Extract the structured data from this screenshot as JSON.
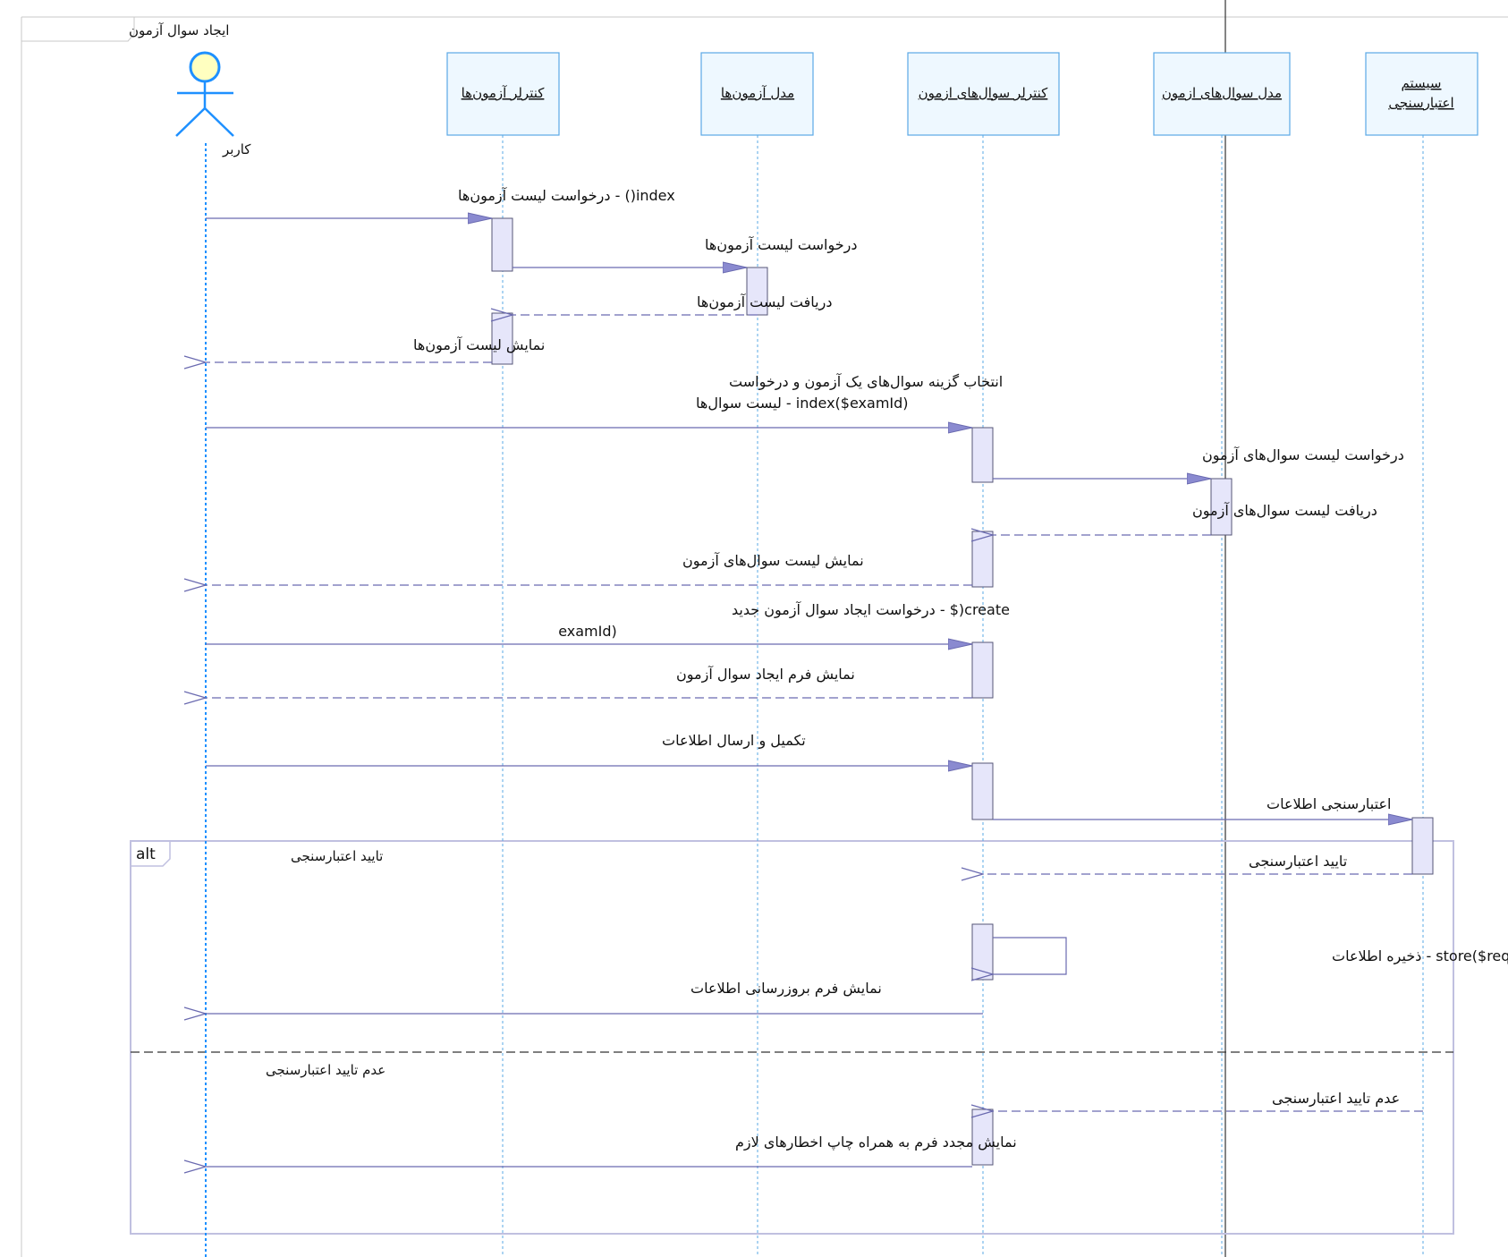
{
  "frame": {
    "title": "ایجاد سوال آزمون"
  },
  "actor": {
    "name": "کاربر"
  },
  "lifelines": [
    {
      "id": "ctrl_exams",
      "label": [
        "کنترلر آزمون‌ها"
      ]
    },
    {
      "id": "model_exams",
      "label": [
        "مدل آزمون‌ها"
      ]
    },
    {
      "id": "ctrl_questions",
      "label": [
        "کنترلر سوال‌های ازمون"
      ]
    },
    {
      "id": "model_questions",
      "label": [
        "مدل سوال‌های ازمون"
      ]
    },
    {
      "id": "validation",
      "label": [
        "سیستم",
        "اعتبارسنجی"
      ]
    }
  ],
  "messages": [
    {
      "from": "user",
      "to": "ctrl_exams",
      "kind": "call",
      "label": [
        "index() - درخواست لیست آزمون‌ها"
      ]
    },
    {
      "from": "ctrl_exams",
      "to": "model_exams",
      "kind": "call",
      "label": [
        "درخواست لیست آزمون‌ها"
      ]
    },
    {
      "from": "model_exams",
      "to": "ctrl_exams",
      "kind": "return",
      "label": [
        "دریافت لیست آزمون‌ها"
      ]
    },
    {
      "from": "ctrl_exams",
      "to": "user",
      "kind": "return",
      "label": [
        "نمایش لیست آزمون‌ها"
      ]
    },
    {
      "from": "user",
      "to": "ctrl_questions",
      "kind": "call",
      "label": [
        "انتخاب گزینه سوال‌های یک آزمون و درخواست",
        "index($examId) - لیست سوال‌ها"
      ]
    },
    {
      "from": "ctrl_questions",
      "to": "model_questions",
      "kind": "call",
      "label": [
        "درخواست لیست سوال‌های آزمون"
      ]
    },
    {
      "from": "model_questions",
      "to": "ctrl_questions",
      "kind": "return",
      "label": [
        "دریافت لیست سوال‌های آزمون"
      ]
    },
    {
      "from": "ctrl_questions",
      "to": "user",
      "kind": "return",
      "label": [
        "نمایش لیست سوال‌های آزمون"
      ]
    },
    {
      "from": "user",
      "to": "ctrl_questions",
      "kind": "call",
      "label": [
        "create($ - درخواست ایجاد سوال آزمون جدید",
        "examId)"
      ]
    },
    {
      "from": "ctrl_questions",
      "to": "user",
      "kind": "return",
      "label": [
        "نمایش فرم ایجاد سوال آزمون"
      ]
    },
    {
      "from": "user",
      "to": "ctrl_questions",
      "kind": "call",
      "label": [
        "تکمیل و ارسال اطلاعات"
      ]
    },
    {
      "from": "ctrl_questions",
      "to": "validation",
      "kind": "call",
      "label": [
        "اعتبارسنجی اطلاعات"
      ]
    },
    {
      "from": "validation",
      "to": "ctrl_questions",
      "kind": "return",
      "label": [
        "تایید اعتبارسنجی"
      ]
    },
    {
      "from": "ctrl_questions",
      "to": "ctrl_questions",
      "kind": "self",
      "label": [
        "store($request, $examId) - ذخیره اطلاعات"
      ]
    },
    {
      "from": "ctrl_questions",
      "to": "user",
      "kind": "plain",
      "label": [
        "نمایش فرم بروزرسانی اطلاعات"
      ]
    },
    {
      "from": "validation",
      "to": "ctrl_questions",
      "kind": "return",
      "label": [
        "عدم تایید اعتبارسنجی"
      ]
    },
    {
      "from": "ctrl_questions",
      "to": "user",
      "kind": "plain",
      "label": [
        "نمایش مجدد فرم به همراه چاپ اخطارهای لازم"
      ]
    }
  ],
  "alt_fragment": {
    "operator": "alt",
    "guards": [
      "تایید اعتبارسنجی",
      "عدم تایید اعتبارسنجی"
    ]
  },
  "colors": {
    "actor": "#1e90ff",
    "actor_head_fill": "#ffffc0",
    "lifeline_box_fill": "#eef8ff",
    "lifeline_box_border": "#5aa8e6",
    "lifeline_dash": "#5aa8e6",
    "activation_fill": "#e6e6fa",
    "activation_border": "#555577",
    "arrow": "#6a6ab0",
    "fragment_border": "#c0c0e0"
  }
}
